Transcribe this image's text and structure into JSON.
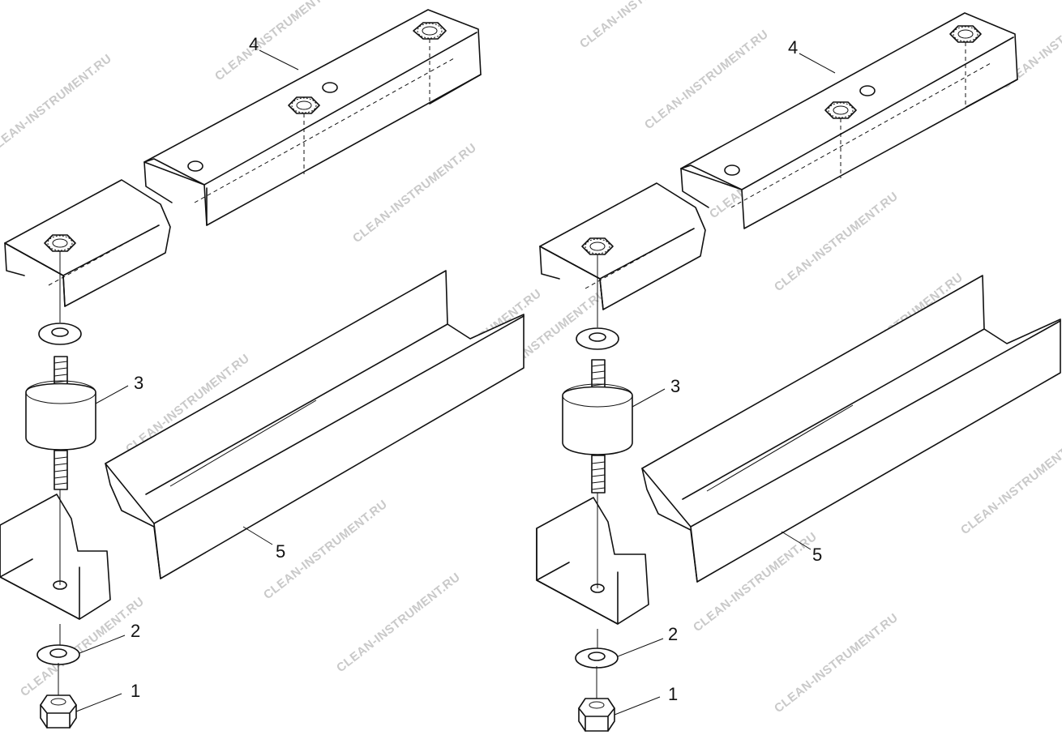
{
  "watermark": "CLEAN-INSTRUMENT.RU",
  "assemblies": [
    {
      "id": "left",
      "callouts": [
        {
          "ref": "callout-1",
          "text": "1"
        },
        {
          "ref": "callout-2",
          "text": "2"
        },
        {
          "ref": "callout-3",
          "text": "3"
        },
        {
          "ref": "callout-4",
          "text": "4"
        },
        {
          "ref": "callout-5",
          "text": "5"
        }
      ]
    },
    {
      "id": "right",
      "callouts": [
        {
          "ref": "callout-1",
          "text": "1"
        },
        {
          "ref": "callout-2",
          "text": "2"
        },
        {
          "ref": "callout-3",
          "text": "3"
        },
        {
          "ref": "callout-4",
          "text": "4"
        },
        {
          "ref": "callout-5",
          "text": "5"
        }
      ]
    }
  ]
}
